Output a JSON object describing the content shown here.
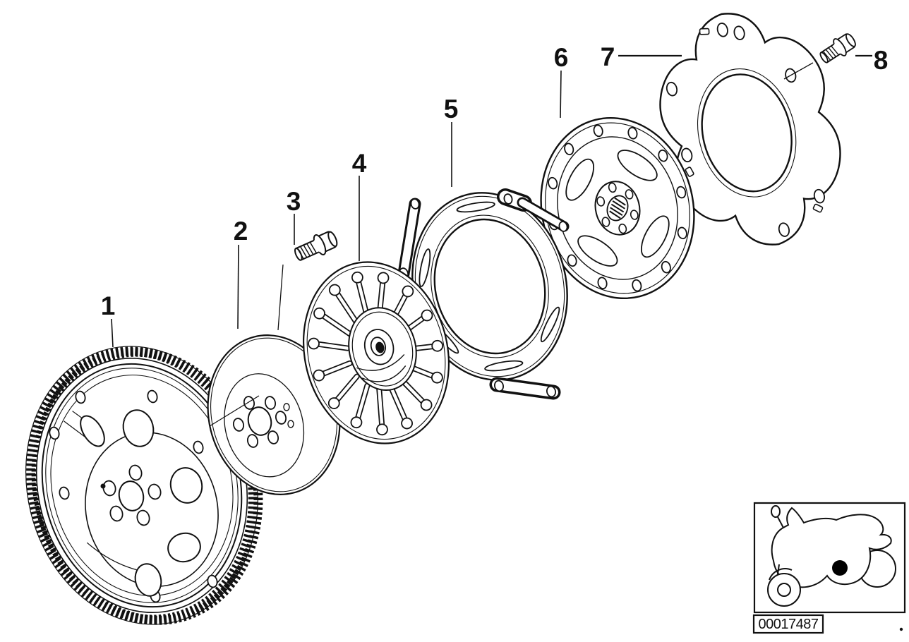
{
  "figure": {
    "type": "exploded-parts-diagram",
    "callouts": [
      "1",
      "2",
      "3",
      "4",
      "5",
      "6",
      "7",
      "8"
    ],
    "image_code": "00017487",
    "thumbnail": {
      "icon": "motorcycle",
      "has_location_dot": true
    },
    "colors": {
      "line": "#111111",
      "background": "#ffffff",
      "location_dot": "#000000"
    }
  }
}
